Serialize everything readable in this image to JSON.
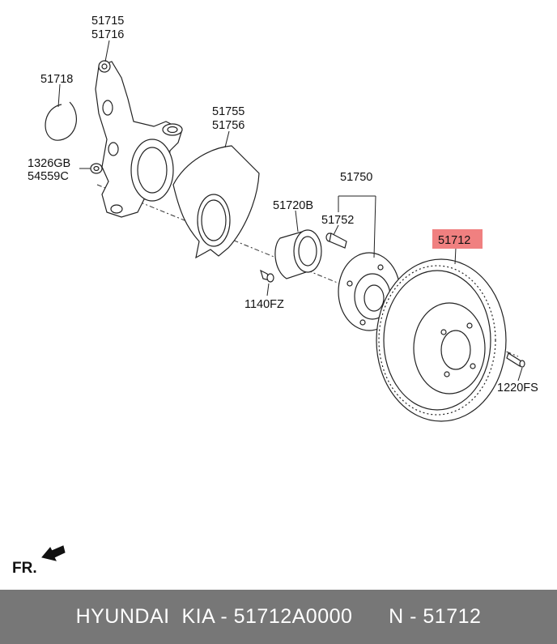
{
  "labels": {
    "knuckle_a": "51715",
    "knuckle_b": "51716",
    "snap_ring": "51718",
    "nut_a": "1326GB",
    "nut_b": "54559C",
    "dust_cover_a": "51755",
    "dust_cover_b": "51756",
    "hub_assembly": "51750",
    "bearing": "51720B",
    "hub_bolt": "51752",
    "dust_cover_bolt": "1140FZ",
    "brake_disc": "51712",
    "disc_screw": "1220FS",
    "front_indicator": "FR."
  },
  "highlight_color": "#f08080",
  "footer": {
    "brand": "HYUNDAI  KIA - 51712A0000",
    "ref": "N - 51712"
  }
}
